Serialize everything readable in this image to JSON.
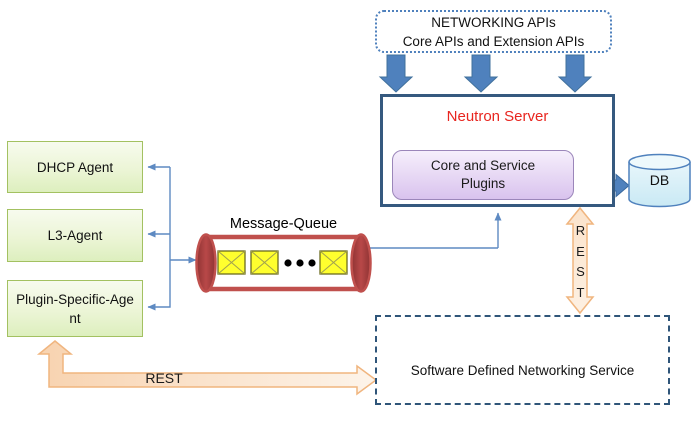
{
  "diagram": {
    "networking_apis": {
      "line1": "NETWORKING APIs",
      "line2": "Core APIs and Extension APIs"
    },
    "neutron_server": {
      "title": "Neutron Server"
    },
    "plugins": {
      "label": "Core and Service Plugins"
    },
    "db": {
      "label": "DB"
    },
    "agents": [
      {
        "label": "DHCP Agent"
      },
      {
        "label": "L3-Agent"
      },
      {
        "label": "Plugin-Specific-Agent"
      }
    ],
    "message_queue": {
      "label": "Message-Queue",
      "envelope_count": 3
    },
    "sdn": {
      "label": "Software Defined Networking Service"
    },
    "rest_vertical": {
      "label": "REST"
    },
    "rest_horizontal": {
      "label": "REST"
    },
    "colors": {
      "accent_blue": "#4f81bd",
      "neutron_border_navy": "#35597f",
      "neutron_title_red": "#e8251f",
      "agent_green_border": "#a3c161",
      "queue_red": "#c0504d",
      "queue_cap_red": "#a83e3e",
      "envelope_yellow": "#ffff2e",
      "peach_arrow_border": "#f0b57f",
      "db_fill_cyan": "#d6eef8",
      "plugins_purple": "#d9c3ee",
      "sdn_dash_navy": "#2f5579"
    }
  }
}
